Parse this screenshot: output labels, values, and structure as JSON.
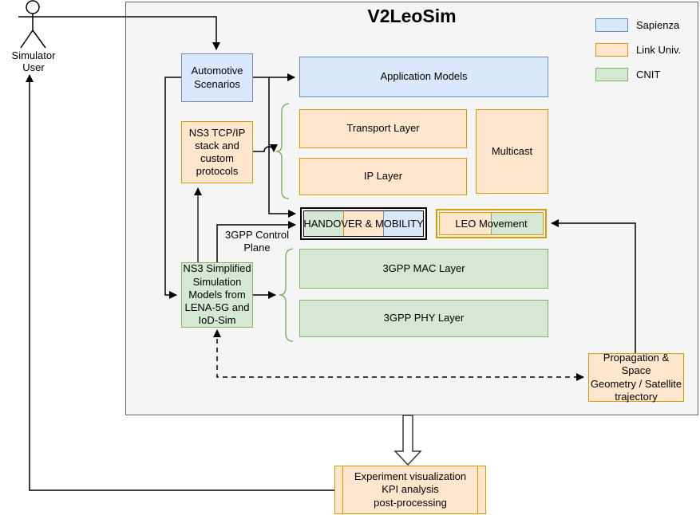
{
  "diagram": {
    "title": "V2LeoSim"
  },
  "actor": {
    "label": "Simulator User"
  },
  "legend": {
    "items": [
      {
        "label": "Sapienza",
        "swatch_css": "width:41px;height:17px;background:#dae8fc;border:1px solid #6c8ebf"
      },
      {
        "label": "Link Univ.",
        "swatch_css": "width:41px;height:17px;background:#ffe6cc;border:1px solid #d79b00"
      },
      {
        "label": "CNIT",
        "swatch_css": "width:41px;height:17px;background:#d5e8d4;border:1px solid #82b366"
      }
    ]
  },
  "blocks": {
    "automotive_scenarios": {
      "label": "Automotive\nScenarios",
      "owner_color": "#dae8fc"
    },
    "application_models": {
      "label": "Application Models",
      "owner_color": "#dae8fc"
    },
    "ns3_tcpip": {
      "label": "NS3 TCP/IP\nstack and\ncustom\nprotocols",
      "owner_color": "#ffe6cc"
    },
    "transport_layer": {
      "label": "Transport  Layer",
      "owner_color": "#ffe6cc"
    },
    "ip_layer": {
      "label": "IP Layer",
      "owner_color": "#ffe6cc"
    },
    "multicast": {
      "label": "Multicast",
      "owner_color": "#ffe6cc"
    },
    "handover_mobility": {
      "label": "HANDOVER & MOBILITY",
      "owner_colors": [
        "#d5e8d4",
        "#ffe6cc",
        "#dae8fc"
      ]
    },
    "leo_movement": {
      "label": "LEO Movement",
      "owner_colors": [
        "#ffe6cc",
        "#d5e8d4"
      ]
    },
    "gpp_mac_layer": {
      "label": "3GPP MAC Layer",
      "owner_color": "#d5e8d4"
    },
    "gpp_phy_layer": {
      "label": "3GPP PHY Layer",
      "owner_color": "#d5e8d4"
    },
    "ns3_simplified": {
      "label": "NS3 Simplified\nSimulation\nModels from\nLENA-5G and\nIoD-Sim",
      "owner_color": "#d5e8d4"
    },
    "propagation": {
      "label": "Propagation & Space\nGeometry / Satellite\ntrajectory",
      "owner_color": "#ffe6cc"
    },
    "experiment": {
      "label": "Experiment visualization\nKPI analysis\npost-processing",
      "owner_color": "#ffe6cc"
    }
  },
  "annotations": {
    "control_plane": "3GPP Control\nPlane"
  },
  "colors": {
    "sapienza_fill": "#dae8fc",
    "sapienza_stroke": "#6c8ebf",
    "link_fill": "#ffe6cc",
    "link_stroke": "#d79b00",
    "cnit_fill": "#d5e8d4",
    "cnit_stroke": "#82b366",
    "container_fill": "#f5f5f5",
    "container_stroke": "#666666",
    "connector": "#000000",
    "brace": "#82b366"
  }
}
